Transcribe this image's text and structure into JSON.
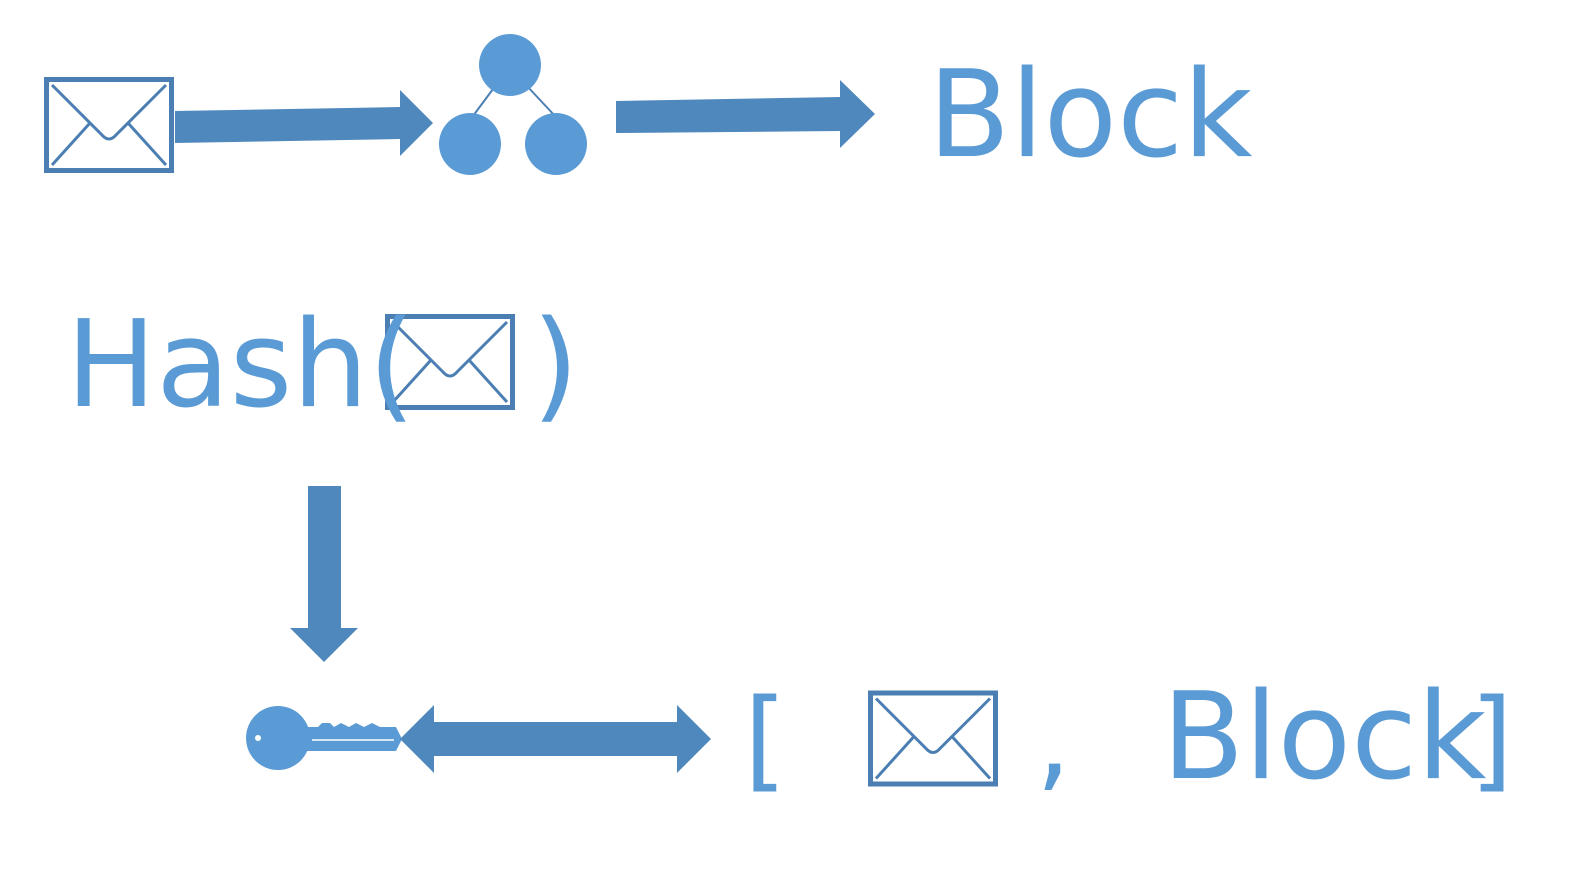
{
  "colors": {
    "accent": "#5b9bd5",
    "arrow": "#4f88bd",
    "envelope_stroke": "#4b7fb3"
  },
  "icons": {
    "message": "envelope-icon",
    "tree": "tree-icon",
    "key": "key-icon"
  },
  "row1": {
    "block_label": "Block"
  },
  "row2": {
    "hash_label": "Hash(",
    "close_paren": ")"
  },
  "row3": {
    "open_bracket": "[",
    "comma": ",",
    "block_label": "Block",
    "close_bracket": "]"
  }
}
